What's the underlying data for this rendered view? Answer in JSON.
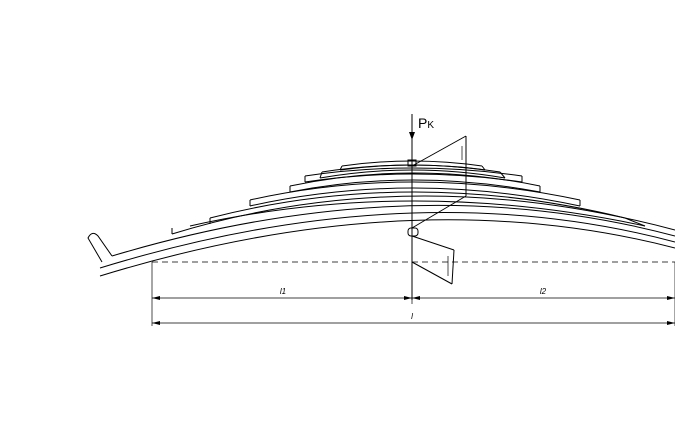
{
  "diagram": {
    "load_label_main": "P",
    "load_label_sub": "K",
    "dim_left": "l1",
    "dim_right": "l2",
    "dim_total": "l"
  },
  "colors": {
    "line": "#000000",
    "background": "#ffffff"
  }
}
